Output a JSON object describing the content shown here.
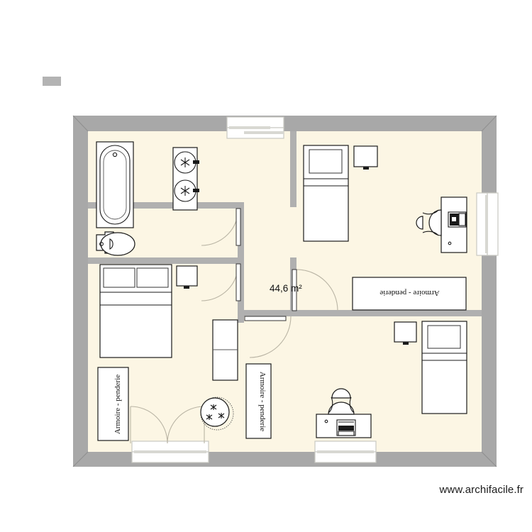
{
  "app": {
    "watermark": "www.archifacile.fr",
    "tool_marker_name": "selection-handle"
  },
  "plan": {
    "area_label": "44,6 m²",
    "colors": {
      "wall": "#a8a8a8",
      "wall_edge": "#8f8f8f",
      "floor": "#fcf6e4",
      "furniture_fill": "#ffffff",
      "furniture_stroke": "#1a1a1a",
      "door_arc": "#b9b4a4",
      "window_frame": "#c9c9c2",
      "background": "#ffffff",
      "text": "#111111"
    },
    "furniture_labels": {
      "armoire_right": "Armoire - penderie",
      "armoire_bottom_left": "Armoire - penderie",
      "armoire_middle": "Armoire - penderie"
    },
    "rooms": [
      {
        "name": "bathroom",
        "fixtures": [
          "bathtub",
          "sink",
          "sink",
          "toilet"
        ]
      },
      {
        "name": "bedroom-top-right",
        "fixtures": [
          "bed",
          "nightstand",
          "desk",
          "chair",
          "computer"
        ]
      },
      {
        "name": "bedroom-bottom-right",
        "fixtures": [
          "bed",
          "nightstand",
          "desk",
          "chair",
          "computer"
        ]
      },
      {
        "name": "bedroom-bottom-left",
        "fixtures": [
          "double-bed",
          "nightstand",
          "wardrobe",
          "armoire",
          "round-table"
        ]
      },
      {
        "name": "hallway",
        "fixtures": []
      }
    ],
    "openings": {
      "windows": [
        "top-wall-window",
        "right-wall-window",
        "bottom-wall-window-left",
        "bottom-wall-window-right"
      ],
      "doors": [
        "bathroom-door",
        "hallway-door-left",
        "hallway-door-bottom",
        "bedroom-right-door"
      ]
    }
  }
}
